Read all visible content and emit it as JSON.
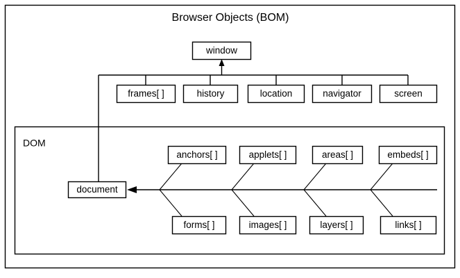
{
  "diagram": {
    "title": "Browser Objects (BOM)",
    "group_label": "DOM",
    "root": {
      "id": "window",
      "label": "window"
    },
    "bom_children": [
      {
        "id": "frames",
        "label": "frames[ ]"
      },
      {
        "id": "history",
        "label": "history"
      },
      {
        "id": "location",
        "label": "location"
      },
      {
        "id": "navigator",
        "label": "navigator"
      },
      {
        "id": "screen",
        "label": "screen"
      }
    ],
    "document_node": {
      "id": "document",
      "label": "document"
    },
    "dom_top_children": [
      {
        "id": "anchors",
        "label": "anchors[ ]"
      },
      {
        "id": "applets",
        "label": "applets[ ]"
      },
      {
        "id": "areas",
        "label": "areas[ ]"
      },
      {
        "id": "embeds",
        "label": "embeds[ ]"
      }
    ],
    "dom_bottom_children": [
      {
        "id": "forms",
        "label": "forms[ ]"
      },
      {
        "id": "images",
        "label": "images[ ]"
      },
      {
        "id": "layers",
        "label": "layers[ ]"
      },
      {
        "id": "links",
        "label": "links[ ]"
      }
    ],
    "colors": {
      "background": "#ffffff",
      "stroke": "#000000",
      "text": "#000000"
    }
  }
}
